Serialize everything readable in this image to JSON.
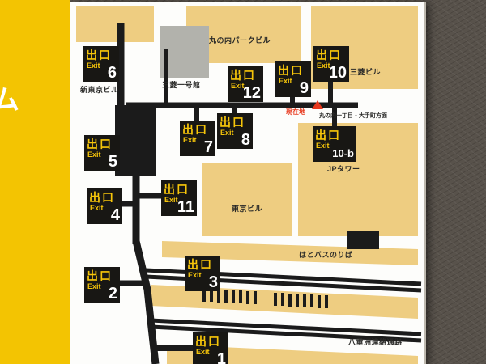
{
  "left_strip": {
    "partial_text": "ム"
  },
  "map": {
    "exits": [
      {
        "jp": "出口",
        "en": "Exit",
        "number": "6"
      },
      {
        "jp": "出口",
        "en": "Exit",
        "number": "12"
      },
      {
        "jp": "出口",
        "en": "Exit",
        "number": "9"
      },
      {
        "jp": "出口",
        "en": "Exit",
        "number": "10"
      },
      {
        "jp": "出口",
        "en": "Exit",
        "number": "5"
      },
      {
        "jp": "出口",
        "en": "Exit",
        "number": "7"
      },
      {
        "jp": "出口",
        "en": "Exit",
        "number": "8"
      },
      {
        "jp": "出口",
        "en": "Exit",
        "number": "10-b"
      },
      {
        "jp": "出口",
        "en": "Exit",
        "number": "4"
      },
      {
        "jp": "出口",
        "en": "Exit",
        "number": "11"
      },
      {
        "jp": "出口",
        "en": "Exit",
        "number": "3"
      },
      {
        "jp": "出口",
        "en": "Exit",
        "number": "2"
      },
      {
        "jp": "出口",
        "en": "Exit",
        "number": "1"
      }
    ],
    "labels": {
      "marunouchi_park_bldg": "丸の内パークビル",
      "mitsubishi_ichigokan": "三菱一号館",
      "shin_tokyo_bldg": "新東京ビル",
      "mitsubishi_bldg": "三菱ビル",
      "jp_tower": "JPタワー",
      "tokyo_bldg": "東京ビル",
      "hato_bus_stop": "はとバスのりば",
      "yaesu_passage": "八重洲連絡通路",
      "current_location": "現在地",
      "direction": "丸の内一丁目・大手町方面"
    },
    "colors": {
      "sign_yellow": "#f3c402",
      "exit_sign_black": "#181714",
      "exit_text_yellow": "#f6c50a",
      "building_tan": "#eecd81",
      "building_gray": "#b2b2ac",
      "passage_black": "#1b1b1b",
      "current_location_red": "#e8381d"
    }
  }
}
